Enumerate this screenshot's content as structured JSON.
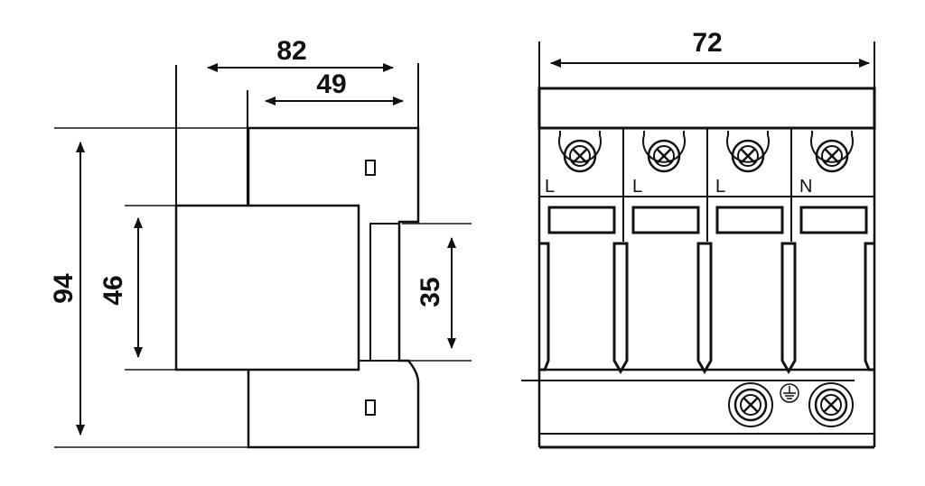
{
  "side_view": {
    "dim_total_depth": "82",
    "dim_upper_depth": "49",
    "dim_height": "94",
    "dim_front_height": "46",
    "dim_rail": "35"
  },
  "front_view": {
    "dim_width": "72",
    "terminals": [
      {
        "label": "L"
      },
      {
        "label": "L"
      },
      {
        "label": "L"
      },
      {
        "label": "N"
      }
    ],
    "ground_symbol": "ground-icon"
  }
}
